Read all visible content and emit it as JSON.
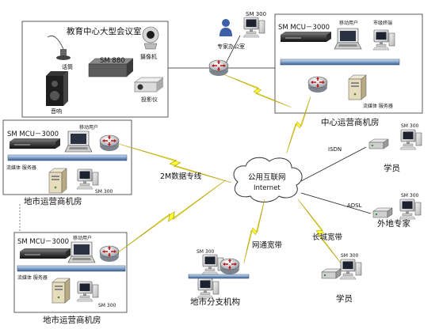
{
  "conference_room": {
    "title": "教育中心大型会议室",
    "mic": "话筒",
    "speaker": "音响",
    "mcu": "SM 880",
    "camera": "摄像机",
    "projector": "投影仪"
  },
  "expert_office": {
    "terminal": "SM 300",
    "label": "专家办公室"
  },
  "central": {
    "title": "中心运营商机房",
    "mcu": "SM MCU－3000",
    "mobile": "移动用户",
    "city_terminal": "市级终端",
    "stream": "流媒体 服务器"
  },
  "city1": {
    "title": "地市运营商机房",
    "mcu": "SM MCU－3000",
    "mobile": "移动用户",
    "stream": "流媒体 服务器",
    "terminal": "SM 300"
  },
  "city2": {
    "title": "地市运营商机房",
    "mcu": "SM MCU－3000",
    "mobile": "移动用户",
    "stream": "流媒体 服务器",
    "terminal": "SM 300"
  },
  "internet": {
    "line1": "公用互联网",
    "line2": "Internet"
  },
  "links": {
    "dedicated": "2M数据专线",
    "isdn": "ISDN",
    "adsl": "ADSL",
    "broadband": "网通宽带",
    "cable": "长城宽带"
  },
  "student1": {
    "terminal": "SM 300",
    "label": "学员"
  },
  "remote_expert": {
    "terminal": "SM 300",
    "label": "外地专家"
  },
  "branch": {
    "terminal": "SM 300",
    "label": "地市分支机构"
  },
  "student2": {
    "terminal": "SM 300",
    "label": "学员"
  }
}
